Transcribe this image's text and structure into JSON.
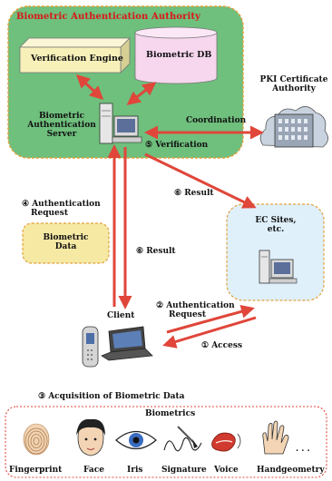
{
  "authority": {
    "title": "Biometric Authentication Authority",
    "engine_label": "Verification Engine",
    "db_label": "Biometric DB",
    "server_label_1": "Biometric",
    "server_label_2": "Authentication",
    "server_label_3": "Server"
  },
  "pki": {
    "line1": "PKI Certificate",
    "line2": "Authority"
  },
  "ec": {
    "line1": "EC Sites,",
    "line2": "etc."
  },
  "steps": {
    "coordination": "Coordination",
    "verification": "⑤ Verification",
    "result_right": "⑥ Result",
    "auth_request_left_1": "④ Authentication",
    "auth_request_left_2": "Request",
    "result_mid": "⑥ Result",
    "auth_request_right_1": "② Authentication",
    "auth_request_right_2": "Request",
    "access": "① Access",
    "acquisition": "③ Acquisition of Biometric Data"
  },
  "biometric_data": {
    "line1": "Biometric",
    "line2": "Data"
  },
  "client_label": "Client",
  "biometrics": {
    "title": "Biometrics",
    "items": [
      "Fingerprint",
      "Face",
      "Iris",
      "Signature",
      "Voice",
      "Handgeometry"
    ],
    "more": ". . ."
  },
  "colors": {
    "authority_fill": "#6fbf7d",
    "authority_border": "#e0a23a",
    "arrow": "#e0463a",
    "ec_fill": "#dff0fb",
    "bio_data_fill": "#f6e9a4",
    "engine_fill": "#f7f0b9",
    "db_fill": "#f6d7ee"
  }
}
